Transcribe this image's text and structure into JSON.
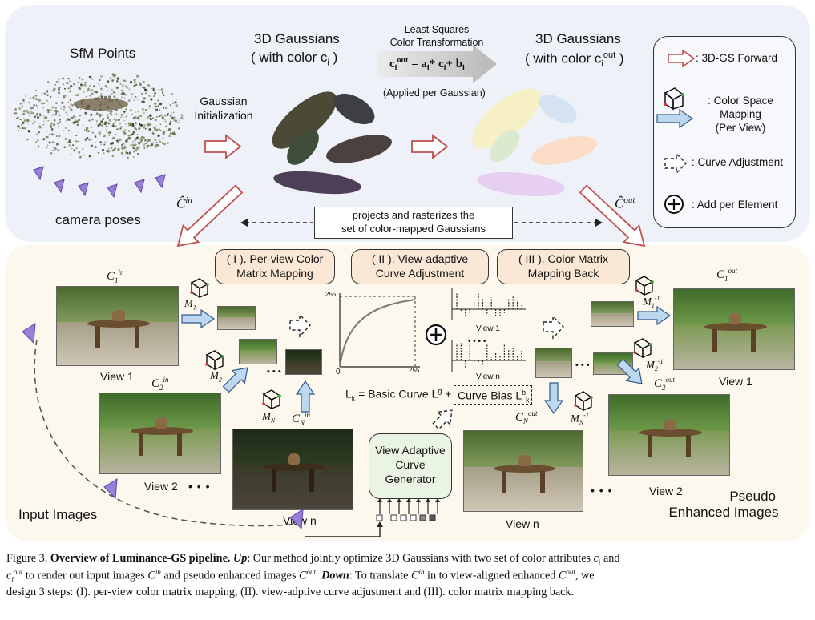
{
  "top": {
    "sfm_title": "SfM Points",
    "camera_poses": "camera poses",
    "gaussian_init": [
      "Gaussian",
      "Initialization"
    ],
    "gauss_left_title": "3D Gaussians",
    "gauss_left_sub": "( with color c",
    "gauss_left_sub_idx": "i",
    "gauss_left_sub_end": ")",
    "lsq_line1": "Least Squares",
    "lsq_line2": "Color Transformation",
    "lsq_applied": "(Applied per Gaussian)",
    "gauss_right_title": "3D Gaussians",
    "gauss_right_sub": "( with color c",
    "gauss_right_sub_sub": "i",
    "gauss_right_sub_sup": "out",
    "gauss_right_sub_end": ")",
    "c_in": "Ĉ",
    "c_in_sup": "in",
    "c_out": "Ĉ",
    "c_out_sup": "out",
    "projects_note": [
      "projects and rasterizes the",
      "set of color-mapped Gaussians"
    ]
  },
  "legend": {
    "forward": ": 3D-GS Forward",
    "color_space": [
      ": Color Space",
      "Mapping",
      "(Per View)"
    ],
    "curve": ": Curve Adjustment",
    "add": ": Add per Element"
  },
  "steps": [
    {
      "line1": "( I ). Per-view Color",
      "line2": "Matrix Mapping"
    },
    {
      "line1": "( II ). View-adaptive",
      "line2": "Curve Adjustment"
    },
    {
      "line1": "( III ). Color Matrix",
      "line2": "Mapping Back"
    }
  ],
  "bottom": {
    "view1": "View 1",
    "view2": "View 2",
    "viewn": "View n",
    "dots": "• • • •",
    "input_images": "Input Images",
    "pseudo": [
      "Pseudo",
      "Enhanced Images"
    ],
    "generator": [
      "View Adaptive",
      "Curve",
      "Generator"
    ],
    "c1_in": "C",
    "c1_in_sub": "1",
    "c1_in_sup": "in",
    "c2_in": "C",
    "c2_in_sub": "2",
    "c2_in_sup": "in",
    "cn_in": "C",
    "cn_in_sub": "N",
    "cn_in_sup": "in",
    "c1_out": "C",
    "c1_out_sub": "1",
    "c1_out_sup": "out",
    "c2_out": "C",
    "c2_out_sub": "2",
    "c2_out_sup": "out",
    "cn_out": "C",
    "cn_out_sub": "N",
    "cn_out_sup": "out",
    "m1": "M",
    "m1_sub": "1",
    "m2": "M",
    "m2_sub": "2",
    "mn": "M",
    "mn_sub": "N",
    "m1inv_sub": "1",
    "m1inv_sup": "-1",
    "m2inv_sub": "2",
    "m2inv_sup": "-1",
    "mninv_sub": "N",
    "mninv_sup": "-1",
    "lk_eq": "L",
    "lk_sub": "k",
    "lk_mid": " = Basic Curve L",
    "lk_g": "g",
    "lk_plus": " +",
    "curve_bias": "Curve Bias L",
    "curve_bias_sub": "k",
    "curve_bias_b": "b",
    "axis_255_top": "255",
    "axis_0": "0",
    "axis_255_right": "255",
    "hist_view1": "View 1",
    "hist_viewn": "View n",
    "hist_dots": "• • • •",
    "ellipsis": "• • •"
  },
  "caption": {
    "fig": "Figure 3.",
    "title": "Overview of Luminance-GS pipeline",
    "up": "Up",
    "t1": ": Our method jointly optimize 3D Gaussians with two set of color attributes ",
    "ci": "c",
    "ci_sub": "i",
    "and": " and",
    "t2": " to render out input images ",
    "cin": "C",
    "cin_sup": "in",
    "t3": " and pseudo enhanced images ",
    "cout": "C",
    "cout_sup": "out",
    "down": "Down",
    "t4": ": To translate ",
    "t5": " in to view-aligned enhanced ",
    "t6": ", we",
    "line3": "design 3 steps: (I). per-view color matrix mapping, (II). view-adptive curve adjustment and (III). color matrix mapping back."
  },
  "colors": {
    "panel_top": "#eef1f8",
    "panel_bottom": "#fdf8ee",
    "step_fill": "#fbe7d6",
    "generator_fill": "#eaf4e2",
    "arrow_red": "#c0504d",
    "arrow_blue": "#9cc2e5"
  }
}
